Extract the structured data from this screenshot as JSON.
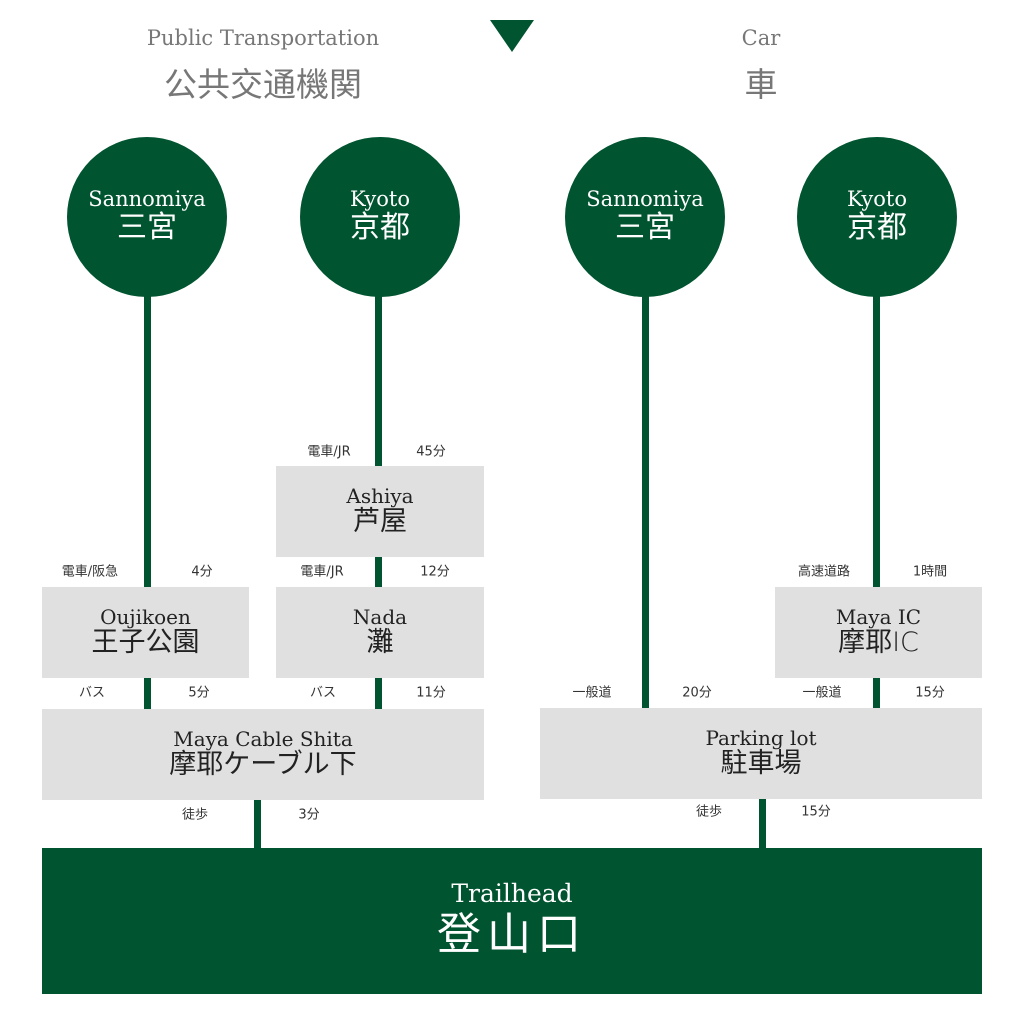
{
  "header": {
    "public": {
      "en": "Public Transportation",
      "ja": "公共交通機関"
    },
    "car": {
      "en": "Car",
      "ja": "車"
    }
  },
  "colors": {
    "accent": "#00542f",
    "box": "#e0e0e0"
  },
  "origins": [
    {
      "en": "Sannomiya",
      "ja": "三宮"
    },
    {
      "en": "Kyoto",
      "ja": "京都"
    },
    {
      "en": "Sannomiya",
      "ja": "三宮"
    },
    {
      "en": "Kyoto",
      "ja": "京都"
    }
  ],
  "stops": {
    "ashiya": {
      "en": "Ashiya",
      "ja": "芦屋"
    },
    "oujikoen": {
      "en": "Oujikoen",
      "ja": "王子公園"
    },
    "nada": {
      "en": "Nada",
      "ja": "灘"
    },
    "maya_cable": {
      "en": "Maya Cable Shita",
      "ja": "摩耶ケーブル下"
    },
    "maya_ic": {
      "en": "Maya IC",
      "ja": "摩耶IC"
    },
    "parking": {
      "en": "Parking lot",
      "ja": "駐車場"
    }
  },
  "legs": [
    {
      "mode": "電車/JR",
      "time": "45分"
    },
    {
      "mode": "電車/阪急",
      "time": "4分"
    },
    {
      "mode": "電車/JR",
      "time": "12分"
    },
    {
      "mode": "バス",
      "time": "5分"
    },
    {
      "mode": "バス",
      "time": "11分"
    },
    {
      "mode": "徒歩",
      "time": "3分"
    },
    {
      "mode": "高速道路",
      "time": "1時間"
    },
    {
      "mode": "一般道",
      "time": "20分"
    },
    {
      "mode": "一般道",
      "time": "15分"
    },
    {
      "mode": "徒歩",
      "time": "15分"
    }
  ],
  "trailhead": {
    "en": "Trailhead",
    "ja": "登山口"
  }
}
